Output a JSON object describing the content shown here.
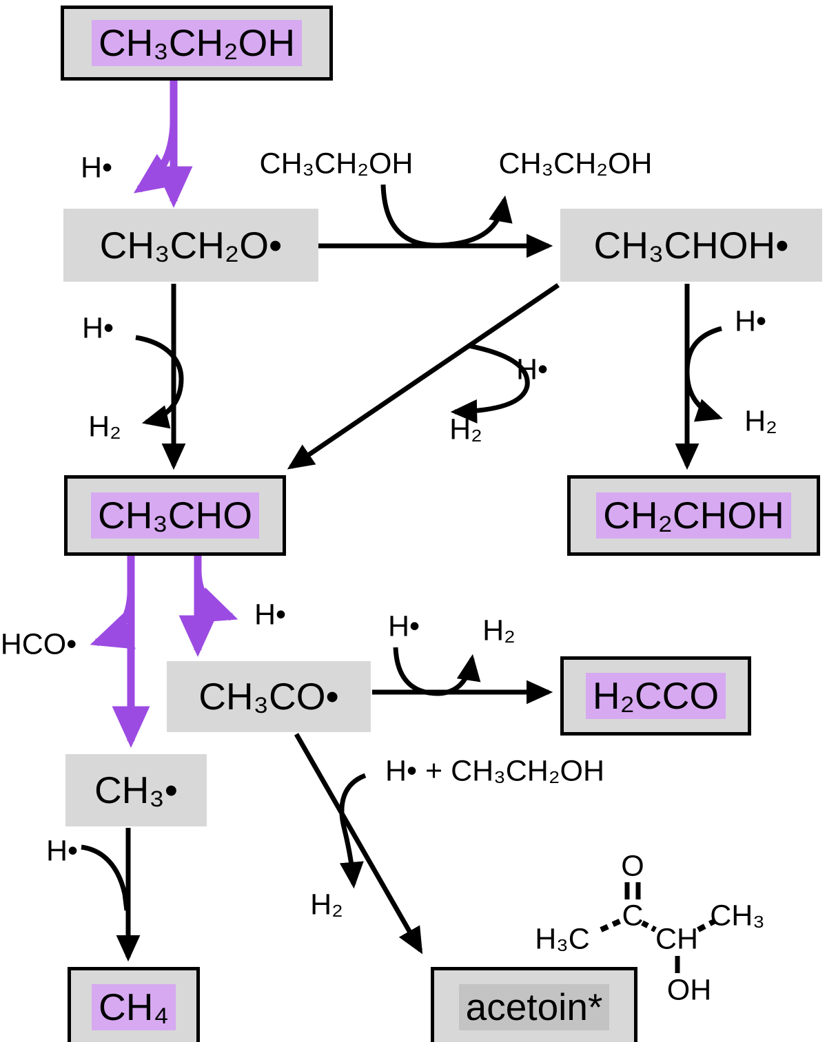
{
  "figure": {
    "description_domain": "reaction pathway diagram",
    "colors": {
      "background": "#ffffff",
      "box_gray": "#d8d8d8",
      "highlight_purple": "#d6a9f1",
      "highlight_gray": "#c3c3c3",
      "arrow_purple": "#9c4be2",
      "ink_black": "#000000"
    }
  },
  "symbols": {
    "h_radical": "H•",
    "h2": "H₂",
    "ethanol": "CH₃CH₂OH",
    "hco_radical": "HCO•",
    "h_plus_ethanol": "H• + CH₃CH₂OH"
  },
  "nodes": {
    "ethanol": {
      "formula": "CH₃CH₂OH",
      "boxed": true,
      "highlight": "purple"
    },
    "ethoxy": {
      "formula": "CH₃CH₂O•",
      "boxed": false,
      "highlight": "none"
    },
    "hydroxyethyl": {
      "formula": "CH₃CHOH•",
      "boxed": false,
      "highlight": "none"
    },
    "acetaldehyde": {
      "formula": "CH₃CHO",
      "boxed": true,
      "highlight": "purple"
    },
    "vinyl_alcohol": {
      "formula": "CH₂CHOH",
      "boxed": true,
      "highlight": "purple"
    },
    "acetyl": {
      "formula": "CH₃CO•",
      "boxed": false,
      "highlight": "none"
    },
    "ketene": {
      "formula": "H₂CCO",
      "boxed": true,
      "highlight": "purple"
    },
    "methyl": {
      "formula": "CH₃•",
      "boxed": false,
      "highlight": "none"
    },
    "methane": {
      "formula": "CH₄",
      "boxed": true,
      "highlight": "purple"
    },
    "acetoin": {
      "formula": "acetoin*",
      "boxed": true,
      "highlight": "gray"
    }
  },
  "acetoin_structure": {
    "o": "O",
    "c": "C",
    "h3c": "H₃C",
    "ch": "CH",
    "ch3": "CH₃",
    "oh": "OH"
  },
  "edges": [
    {
      "from": "CH₃CH₂OH",
      "to": "CH₃CH₂O•",
      "color": "purple",
      "released": "H•"
    },
    {
      "from": "CH₃CH₂O•",
      "to": "CH₃CHOH•",
      "color": "black",
      "in": "CH₃CH₂OH",
      "out": "CH₃CH₂OH"
    },
    {
      "from": "CH₃CH₂O•",
      "to": "CH₃CHO",
      "color": "black",
      "in": "H•",
      "out": "H₂"
    },
    {
      "from": "CH₃CHOH•",
      "to": "CH₃CHO",
      "color": "black",
      "in": "H•",
      "out": "H₂"
    },
    {
      "from": "CH₃CHOH•",
      "to": "CH₂CHOH",
      "color": "black",
      "in": "H•",
      "out": "H₂"
    },
    {
      "from": "CH₃CHO",
      "to": "CH₃•",
      "color": "purple",
      "released": "HCO•"
    },
    {
      "from": "CH₃CHO",
      "to": "CH₃CO•",
      "color": "purple",
      "released": "H•"
    },
    {
      "from": "CH₃CO•",
      "to": "H₂CCO",
      "color": "black",
      "in": "H•",
      "out": "H₂"
    },
    {
      "from": "CH₃CO•",
      "to": "acetoin*",
      "color": "black",
      "in": "H• + CH₃CH₂OH",
      "out": "H₂"
    },
    {
      "from": "CH₃•",
      "to": "CH₄",
      "color": "black",
      "in": "H•"
    }
  ]
}
